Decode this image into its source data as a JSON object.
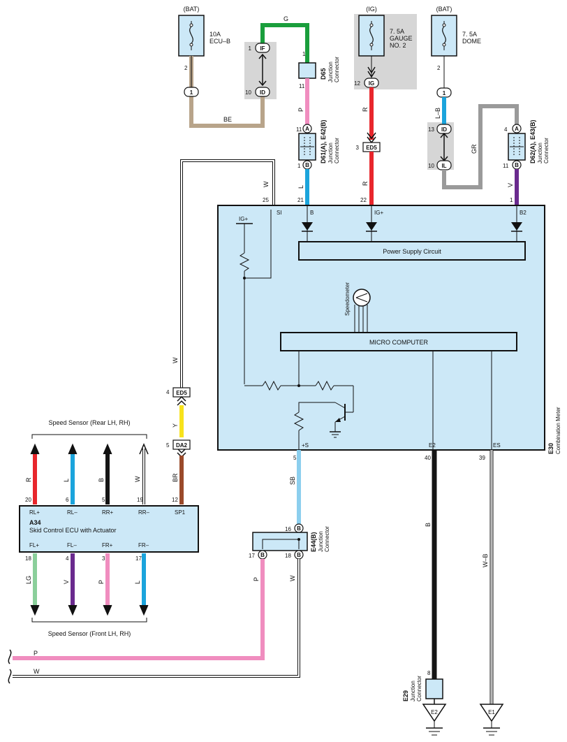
{
  "fuses": {
    "bat1": {
      "source": "(BAT)",
      "rating": "10A",
      "name": "ECU–B",
      "pin": "2"
    },
    "ig": {
      "source": "(IG)",
      "rating": "7. 5A",
      "name1": "GAUGE",
      "name2": "NO. 2"
    },
    "bat2": {
      "source": "(BAT)",
      "rating": "7. 5A",
      "name": "DOME",
      "pin": "2"
    }
  },
  "wires": {
    "g": "G",
    "be": "BE",
    "p": "P",
    "r1": "R",
    "r2": "R",
    "lb": "L–B",
    "gr": "GR",
    "w_top": "W",
    "l": "L",
    "v": "V",
    "w_mid": "W",
    "y": "Y",
    "br": "BR",
    "sb": "SB",
    "b_e2": "B",
    "wb": "W–B",
    "p_bot": "P",
    "w_bot": "W",
    "p_e44": "P",
    "w_e44": "W",
    "r_a34": "R",
    "l_a34": "L",
    "b_a34": "B",
    "w_a34": "W",
    "lg_a34": "LG",
    "v_a34": "V",
    "p_a34": "P",
    "l2_a34": "L"
  },
  "connectors": {
    "if": "IF",
    "id1": "ID",
    "ig": "IG",
    "ed5": "ED5",
    "id2": "ID",
    "il": "IL",
    "ed5_mid": "ED5",
    "da2": "DA2",
    "pin1": "1",
    "pin10": "10",
    "pin12": "12",
    "pin3": "3",
    "pin13": "13",
    "pin10b": "10",
    "pin4": "4",
    "pin5": "5",
    "pin1b": "1",
    "pin1c": "1"
  },
  "junctions": {
    "d65": {
      "id": "D65",
      "desc1": "Junction",
      "desc2": "Connector",
      "pin_top": "1",
      "pin_bot": "11"
    },
    "d61": {
      "id": "D61(A), E42(B)",
      "desc1": "Junction",
      "desc2": "Connector",
      "pin_top": "11",
      "pin_top_letter": "A",
      "pin_bot": "1",
      "pin_bot_letter": "B"
    },
    "d62": {
      "id": "D62(A), E43(B)",
      "desc1": "Junction",
      "desc2": "Connector",
      "pin_top": "4",
      "pin_top_letter": "A",
      "pin_bot": "11",
      "pin_bot_letter": "B"
    },
    "e44": {
      "id": "E44(B)",
      "desc1": "Junction",
      "desc2": "Connector",
      "pin_top": "16",
      "pin_left": "17",
      "pin_right": "18",
      "letter": "B"
    },
    "e29": {
      "id": "E29",
      "desc1": "Junction",
      "desc2": "Connector",
      "pin": "8"
    }
  },
  "meter": {
    "id": "E30",
    "name": "Combination Meter",
    "pins_top": {
      "si": "SI",
      "si_num": "25",
      "b": "B",
      "b_num": "21",
      "ig": "IG+",
      "ig_num": "22",
      "b2": "B2",
      "b2_num": "1"
    },
    "ig_plus": "IG+",
    "power_supply": "Power Supply Circuit",
    "speedometer": "Speedometer",
    "micro": "MICRO COMPUTER",
    "pins_bot": {
      "s": "+S",
      "s_num": "5",
      "e2": "E2",
      "e2_num": "40",
      "es": "ES",
      "es_num": "39"
    }
  },
  "ecu": {
    "id": "A34",
    "name": "Skid Control ECU with Actuator",
    "top_pins": [
      {
        "name": "RL+",
        "num": "20"
      },
      {
        "name": "RL–",
        "num": "6"
      },
      {
        "name": "RR+",
        "num": "5"
      },
      {
        "name": "RR–",
        "num": "19"
      },
      {
        "name": "SP1",
        "num": "12"
      }
    ],
    "bot_pins": [
      {
        "name": "FL+",
        "num": "18"
      },
      {
        "name": "FL–",
        "num": "4"
      },
      {
        "name": "FR+",
        "num": "3"
      },
      {
        "name": "FR–",
        "num": "17"
      }
    ],
    "sensor_rear": "Speed Sensor (Rear LH,  RH)",
    "sensor_front": "Speed Sensor (Front LH,  RH)"
  },
  "grounds": {
    "e2": "E2",
    "e1": "E1"
  },
  "colors": {
    "green": "#1a9e3c",
    "tan": "#b8a48a",
    "pink": "#f08dbf",
    "red": "#e8262c",
    "cyan": "#1ba4dc",
    "grey": "#9a9a9a",
    "purple": "#6a2a8e",
    "yellow": "#f7e21b",
    "brown": "#9a4a2a",
    "skyblue": "#8ccfee",
    "black": "#151515",
    "lightgreen": "#8bcf9b",
    "box": "#cce8f7",
    "shade": "#d6d6d6"
  }
}
